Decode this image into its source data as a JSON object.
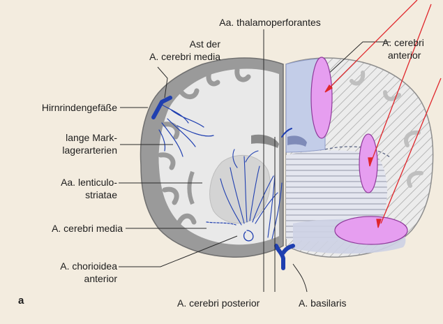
{
  "labels": {
    "thalamoperforantes": "Aa. thalamoperforantes",
    "ast_line1": "Ast der",
    "ast_line2": "A. cerebri media",
    "hirnrinden": "Hirnrindengefäße",
    "lange_line1": "lange Mark-",
    "lange_line2": "lagerarterien",
    "lenticulo_line1": "Aa. lenticulo-",
    "lenticulo_line2": "striatae",
    "cerebri_media": "A. cerebri media",
    "chorioidea_line1": "A. chorioidea",
    "chorioidea_line2": "anterior",
    "cerebri_posterior": "A. cerebri posterior",
    "basilaris": "A. basilaris",
    "cerebri_anterior_line1": "A. cerebri",
    "cerebri_anterior_line2": "anterior",
    "figure_letter": "a"
  },
  "colors": {
    "background": "#f3ecdf",
    "brain_gray": "#9a9a9a",
    "white_matter": "#e9e9e9",
    "artery_blue": "#1f3fb0",
    "anterior_territory": "#c3cde8",
    "hatch": "#a9a9a9",
    "highlight_ellipse": "#e69ef0",
    "arrow_red": "#e0262b"
  }
}
